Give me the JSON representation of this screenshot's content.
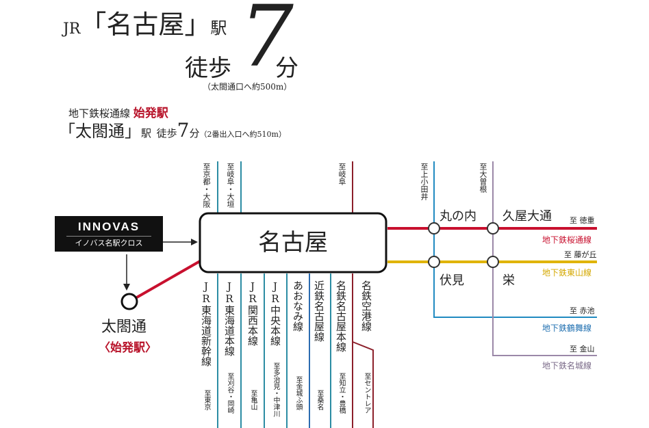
{
  "header": {
    "jr_prefix": "JR",
    "station_bracketed": "「名古屋」",
    "eki": "駅",
    "toho": "徒歩",
    "minutes": "7",
    "fun": "分",
    "note": "（太閤通口へ約500m）"
  },
  "subheader": {
    "line_name": "地下鉄桜通線",
    "origin_label": "始発駅",
    "station_bracketed": "「太閤通」",
    "eki": "駅",
    "toho": "徒歩",
    "minutes": "7",
    "fun": "分",
    "note": "（2番出入口へ約510m）"
  },
  "innovas": {
    "name": "INNOVAS",
    "sub": "イノバス名駅クロス"
  },
  "nagoya": "名古屋",
  "taikodori": {
    "name": "太閤通",
    "sub": "〈始発駅〉"
  },
  "stations": {
    "marunouchi": "丸の内",
    "hisaya": "久屋大通",
    "fushimi": "伏見",
    "sakae": "栄"
  },
  "top_destinations": [
    {
      "key": "kyoto",
      "text": "至京都・大阪"
    },
    {
      "key": "gifu-ogaki",
      "text": "至岐阜・大垣"
    },
    {
      "key": "gifu",
      "text": "至岐阜"
    },
    {
      "key": "kamiotai",
      "text": "至上小田井"
    },
    {
      "key": "ozone",
      "text": "至大曽根"
    }
  ],
  "lower_lines": [
    {
      "key": "shinkansen",
      "name": "JR東海道新幹線",
      "dest": "至東京"
    },
    {
      "key": "tokaido",
      "name": "JR東海道本線",
      "dest": "至刈谷・岡崎"
    },
    {
      "key": "kansai",
      "name": "JR関西本線",
      "dest": "至亀山"
    },
    {
      "key": "chuo",
      "name": "JR中央本線",
      "dest": "至多治見・中津川"
    },
    {
      "key": "aonami",
      "name": "あおなみ線",
      "dest": "至金城ふ頭"
    },
    {
      "key": "kintetsu",
      "name": "近鉄名古屋線",
      "dest": "至桑名"
    },
    {
      "key": "meitetsu",
      "name": "名鉄名古屋本線",
      "dest": "至知立・豊橋"
    },
    {
      "key": "airport",
      "name": "名鉄空港線",
      "dest": "至セントレア"
    }
  ],
  "right_lines": [
    {
      "key": "sakuradori",
      "dest": "至 徳重",
      "name": "地下鉄桜通線",
      "color": "#c8102e"
    },
    {
      "key": "higashiyama",
      "dest": "至 藤が丘",
      "name": "地下鉄東山線",
      "color": "#e0b400"
    },
    {
      "key": "tsurumai",
      "dest": "至 赤池",
      "name": "地下鉄鶴舞線",
      "color": "#1f8ac0"
    },
    {
      "key": "meijo",
      "dest": "至 金山",
      "name": "地下鉄名城線",
      "color": "#9b88a8"
    }
  ],
  "colors": {
    "sakuradori": "#c8102e",
    "higashiyama": "#e0b400",
    "tsurumai": "#1f8ac0",
    "meijo": "#9b88a8",
    "jr_line": "#2b8ca3",
    "meitetsu": "#8c1f2a",
    "innovas_bg": "#111111"
  }
}
